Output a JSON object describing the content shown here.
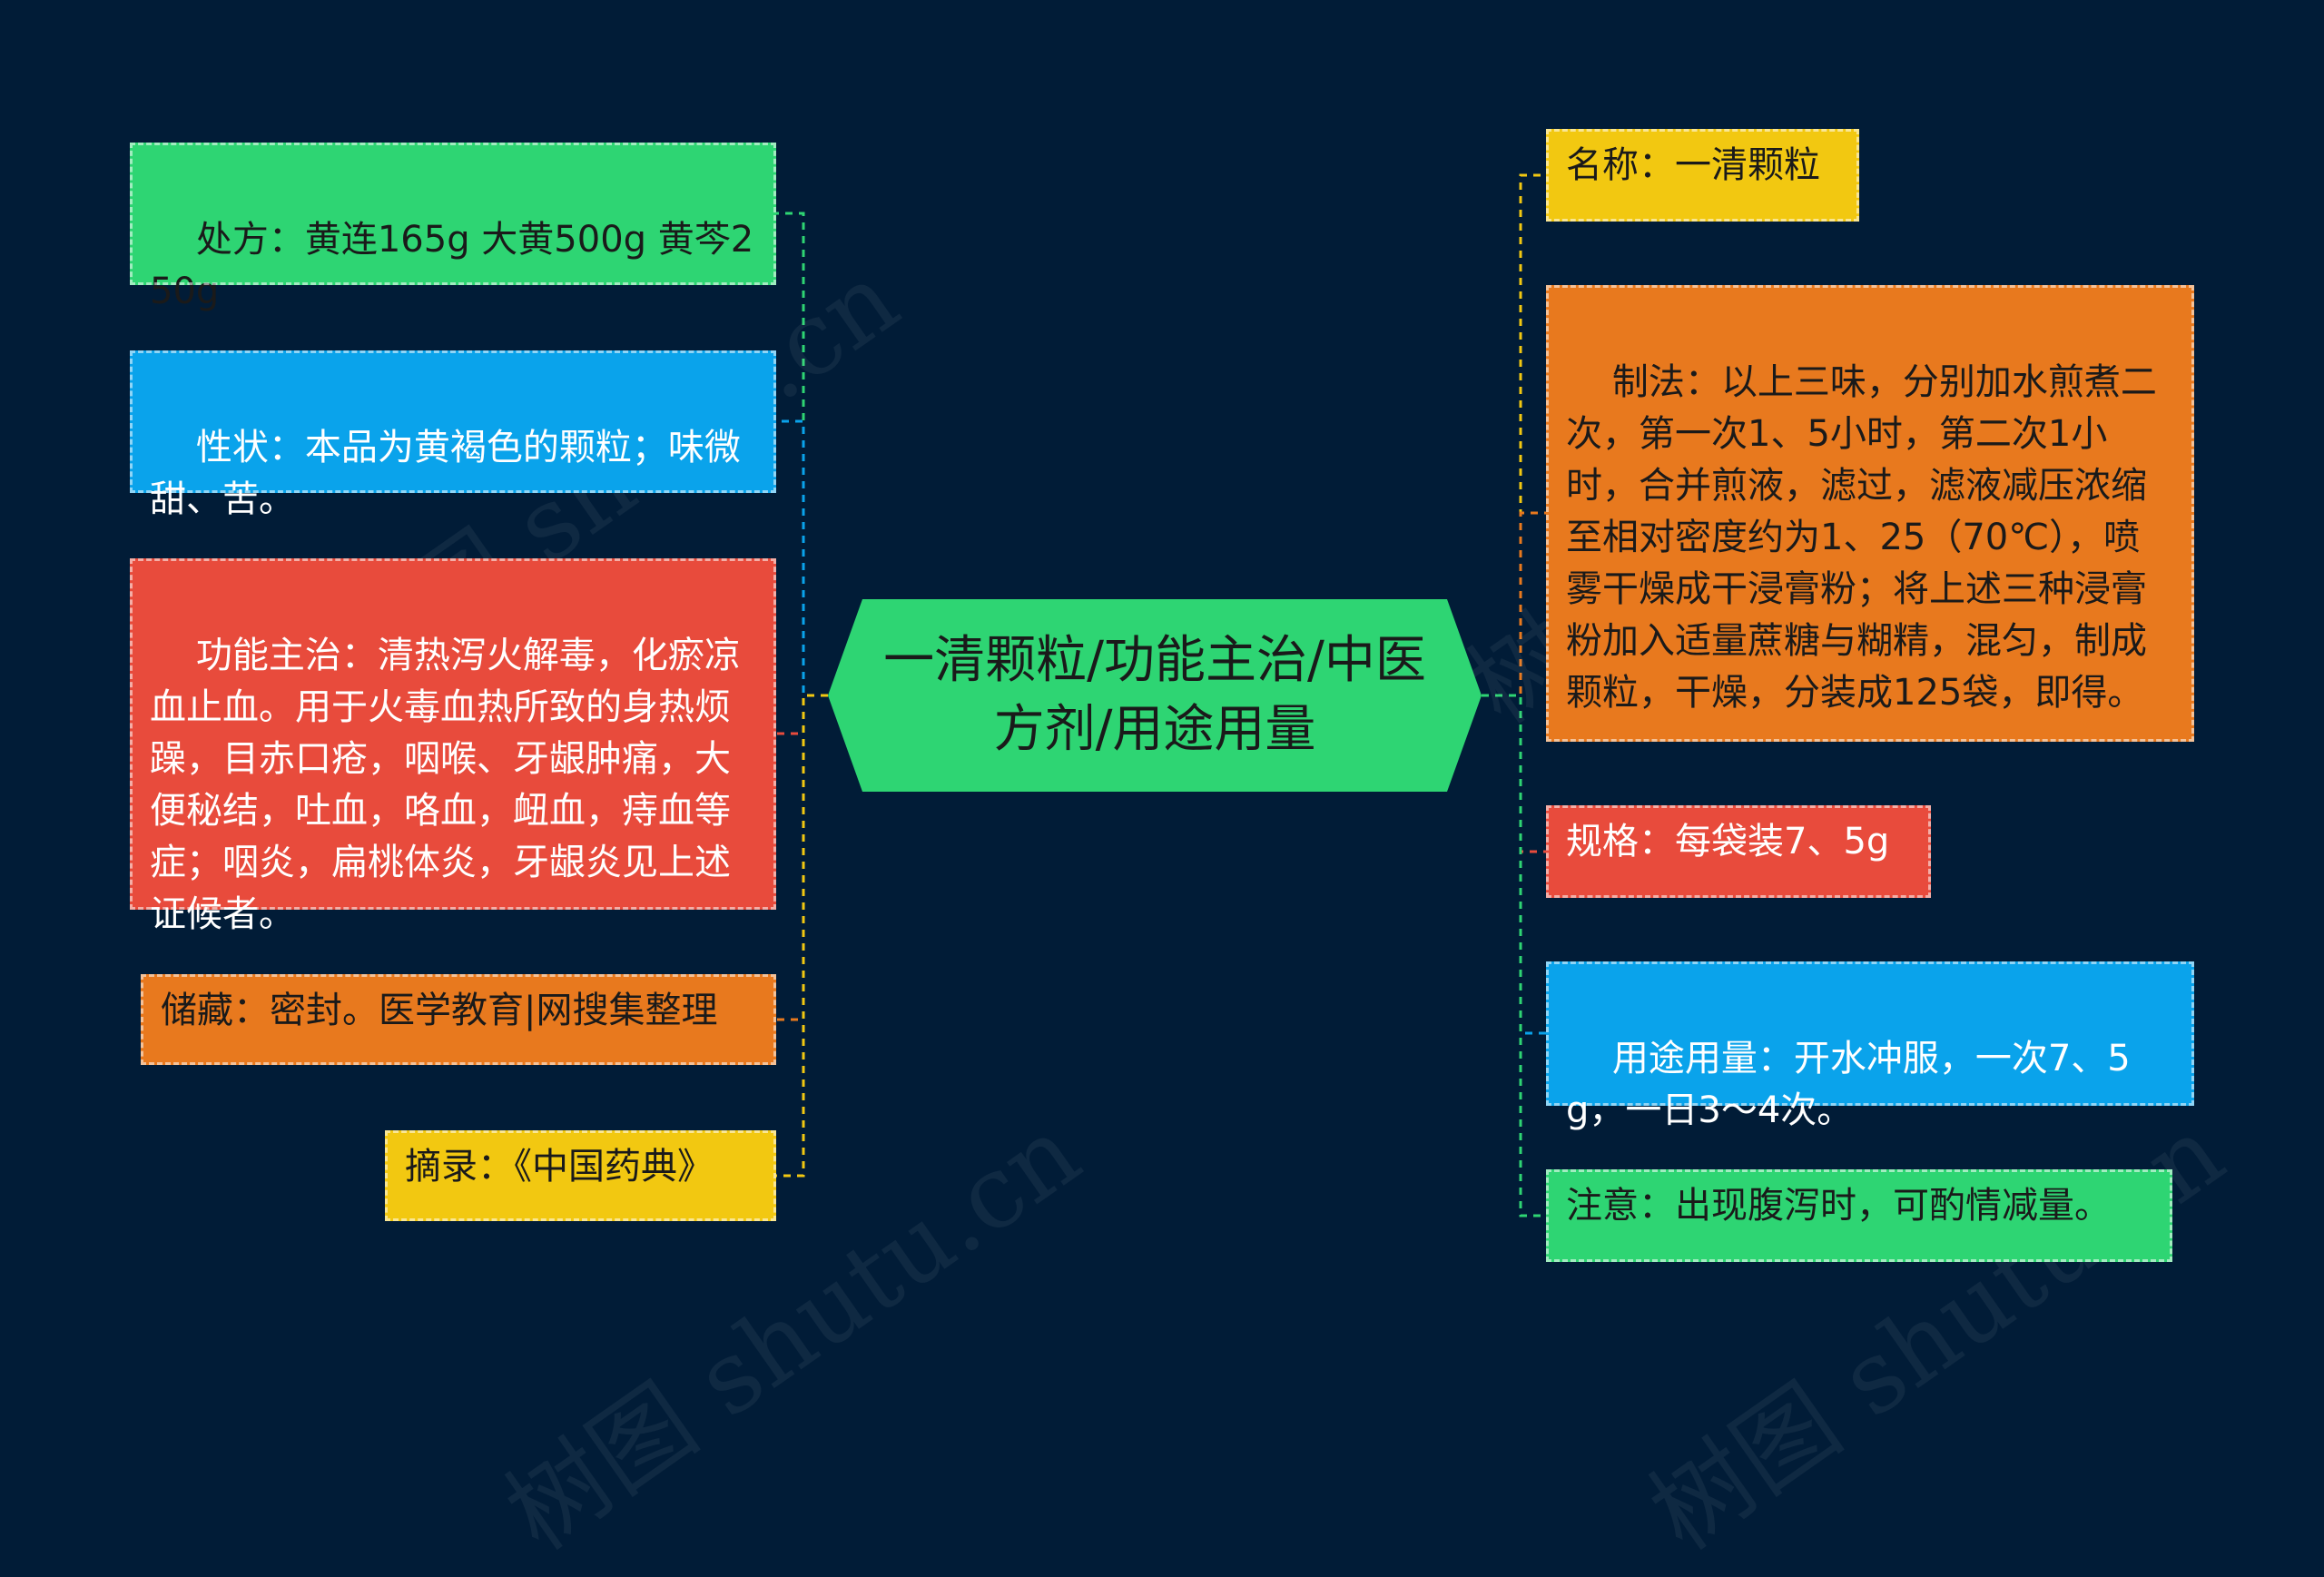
{
  "center": {
    "title": "一清颗粒/功能主治/中医方剂/用途用量",
    "color": "#2ed573"
  },
  "left_nodes": [
    {
      "text": "处方：黄连165g 大黄500g 黄芩250g",
      "color": "#2ed573",
      "line_color": "#2ed573"
    },
    {
      "text": "性状：本品为黄褐色的颗粒；味微甜、苦。",
      "color": "#0aa3eb",
      "line_color": "#0aa3eb"
    },
    {
      "text": "功能主治：清热泻火解毒，化瘀凉血止血。用于火毒血热所致的身热烦躁，目赤口疮，咽喉、牙龈肿痛，大便秘结，吐血，咯血，衄血，痔血等症；咽炎，扁桃体炎，牙龈炎见上述证候者。",
      "color": "#e84b3c",
      "line_color": "#e84b3c"
    },
    {
      "text": "储藏：密封。医学教育|网搜集整理",
      "color": "#e8791e",
      "line_color": "#e8791e"
    },
    {
      "text": "摘录：《中国药典》",
      "color": "#f2c811",
      "line_color": "#f2c811"
    }
  ],
  "right_nodes": [
    {
      "text": "名称：一清颗粒",
      "color": "#f2c811",
      "line_color": "#f2c811"
    },
    {
      "text": "制法：以上三味，分别加水煎煮二次，第一次1、5小时，第二次1小时，合并煎液，滤过，滤液减压浓缩至相对密度约为1、25（70℃），喷雾干燥成干浸膏粉；将上述三种浸膏粉加入适量蔗糖与糊精，混匀，制成颗粒，干燥，分装成125袋，即得。",
      "color": "#e8791e",
      "line_color": "#e8791e"
    },
    {
      "text": "规格：每袋装7、5g",
      "color": "#e84b3c",
      "line_color": "#e84b3c"
    },
    {
      "text": "用途用量：开水冲服，一次7、5g，一日3～4次。",
      "color": "#0aa3eb",
      "line_color": "#0aa3eb"
    },
    {
      "text": "注意：出现腹泻时，可酌情减量。",
      "color": "#2ed573",
      "line_color": "#2ed573"
    }
  ],
  "watermark": "树图 shutu.cn"
}
